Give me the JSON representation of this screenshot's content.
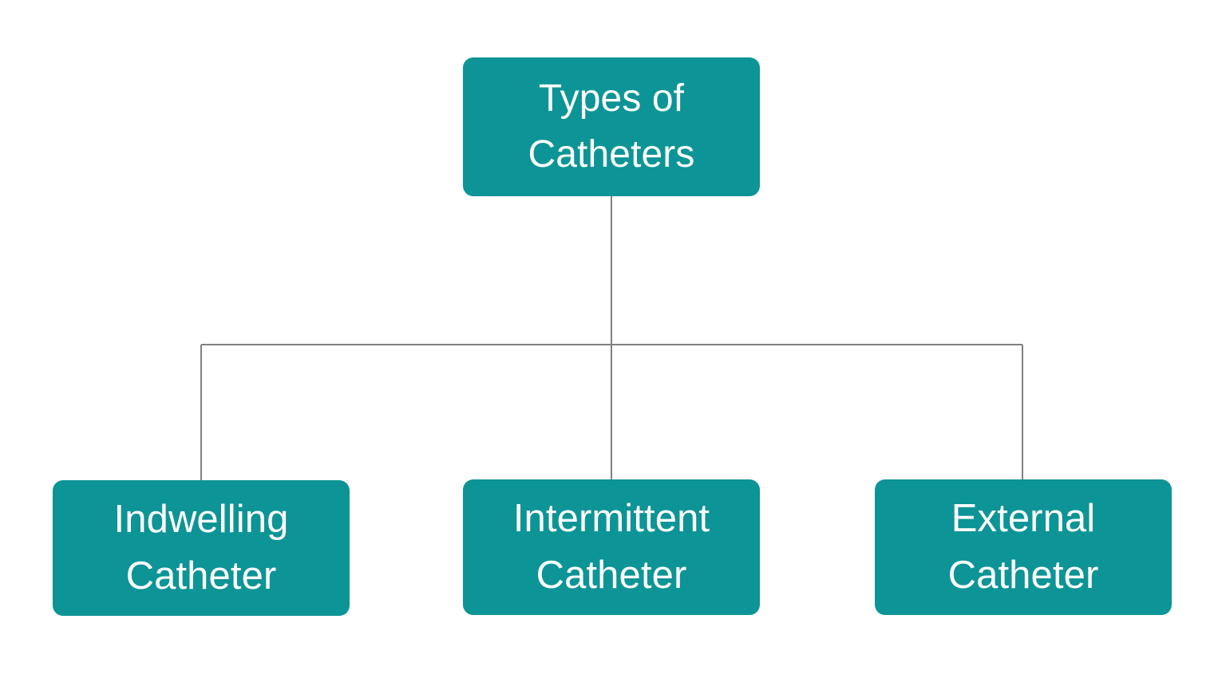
{
  "diagram": {
    "type": "tree",
    "title": "Types of Catheters",
    "background_color": "#ffffff",
    "node_color": "#0d9496",
    "node_text_color": "#ffffff",
    "connector_color": "#808080",
    "root": {
      "id": "root",
      "label": "Types of\nCatheters",
      "line1": "Types of",
      "line2": "Catheters"
    },
    "children": [
      {
        "id": "indwelling",
        "label": "Indwelling\nCatheter",
        "line1": "Indwelling",
        "line2": "Catheter"
      },
      {
        "id": "intermittent",
        "label": "Intermittent\nCatheter",
        "line1": "Intermittent",
        "line2": "Catheter"
      },
      {
        "id": "external",
        "label": "External\nCatheter",
        "line1": "External",
        "line2": "Catheter"
      }
    ]
  }
}
